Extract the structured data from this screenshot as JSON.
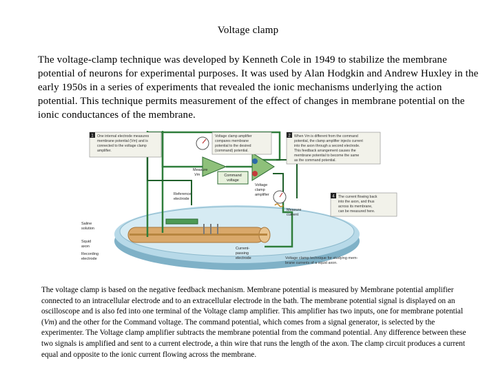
{
  "title": "Voltage clamp",
  "intro": "The voltage-clamp technique was developed by Kenneth Cole in 1949 to stabilize the membrane potential of neurons for experimental purposes. It was used by Alan Hodgkin and Andrew Huxley in the early 1950s in a series of experiments that revealed the ionic mechanisms underlying the action potential. This technique permits measurement of the effect of changes in membrane potential on the ionic conductances of the membrane.",
  "figure": {
    "box1_num": "1",
    "box1_text": [
      "One internal electrode measures",
      "membrane potential (Vm) and is",
      "connected to the voltage clamp",
      "amplifier."
    ],
    "box2_text": [
      "Voltage clamp amplifier",
      "compares membrane",
      "potential to the desired",
      "(command) potential."
    ],
    "box3_num": "2",
    "box3_text": [
      "When Vm is different from the command",
      "potential, the clamp amplifier injects current",
      "into the axon through a second electrode.",
      "This feedback arrangement causes the",
      "membrane potential to become the same",
      "as the command potential."
    ],
    "box4_num": "4",
    "box4_text": [
      "The current flowing back",
      "into the axon, and thus",
      "across its membrane,",
      "can be measured here."
    ],
    "label_measure_vm": [
      "Measure",
      "Vm"
    ],
    "label_command": [
      "Command",
      "voltage"
    ],
    "label_amp": [
      "Voltage",
      "clamp",
      "amplifier"
    ],
    "label_reference": [
      "Reference",
      "electrode"
    ],
    "label_measure_current": [
      "Measure",
      "current"
    ],
    "label_saline": [
      "Saline",
      "solution"
    ],
    "label_squid": [
      "Squid",
      "axon"
    ],
    "label_recording": [
      "Recording",
      "electrode"
    ],
    "label_current_passing": [
      "Current-",
      "passing",
      "electrode"
    ],
    "label_footer": [
      "Voltage clamp technique for studying mem-",
      "brane currents of a squid axon."
    ]
  },
  "caption": {
    "part1": "The voltage clamp is based on the negative feedback mechanism. Membrane potential is measured by Membrane potential amplifier connected to an intracellular electrode and to an extracellular electrode in the bath. The membrane potential signal is displayed on an oscilloscope and is also fed into one terminal of the Voltage clamp amplifier. This amplifier has two inputs, one for membrane potential (",
    "vm": "Vm",
    "part2": ") and the other for the Command voltage. The command potential, which comes from a signal generator, is selected by the experimenter. The Voltage clamp amplifier subtracts the membrane potential from the command potential. Any difference between these two signals is amplified and sent to a current electrode, a thin wire that runs the length of the axon. The clamp circuit produces a current equal and opposite to the ionic current flowing across the membrane."
  },
  "colors": {
    "wire_green": "#2e7d3a",
    "wire_dark": "#1f5f2a",
    "dish_blue": "#9cc8dc",
    "amp_green": "#8ec07a",
    "box_fill": "#f2f2ea"
  }
}
